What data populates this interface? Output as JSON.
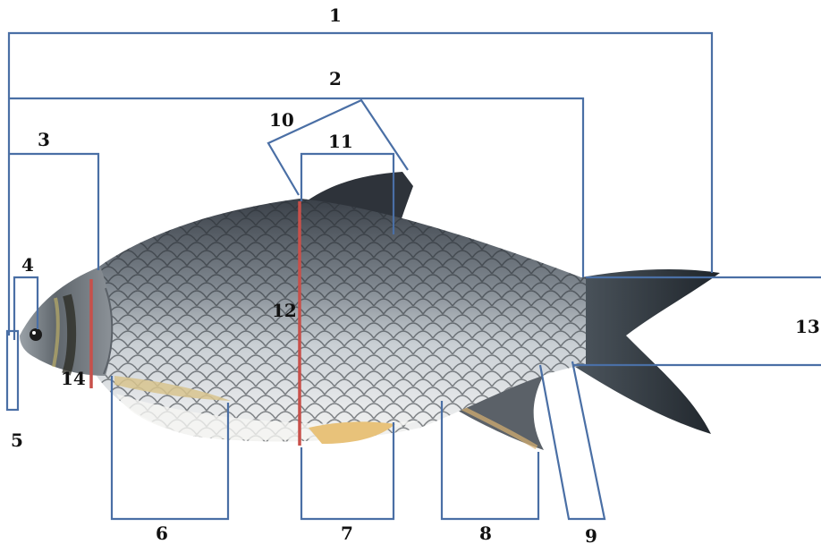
{
  "diagram": {
    "subject": "fish-morphometric-measurements",
    "colors": {
      "measure_line": "#4a6fa5",
      "marker_line": "#c8504a",
      "label_text": "#111111",
      "fish_dark": "#2b3038",
      "fish_silver": "#c8ced3",
      "fin_dark": "#2e333a",
      "fin_yellow": "#e8c27a"
    },
    "labels": {
      "m1": "1",
      "m2": "2",
      "m3": "3",
      "m4": "4",
      "m5": "5",
      "m6": "6",
      "m7": "7",
      "m8": "8",
      "m9": "9",
      "m10": "10",
      "m11": "11",
      "m12": "12",
      "m13": "13",
      "m14": "14"
    }
  }
}
